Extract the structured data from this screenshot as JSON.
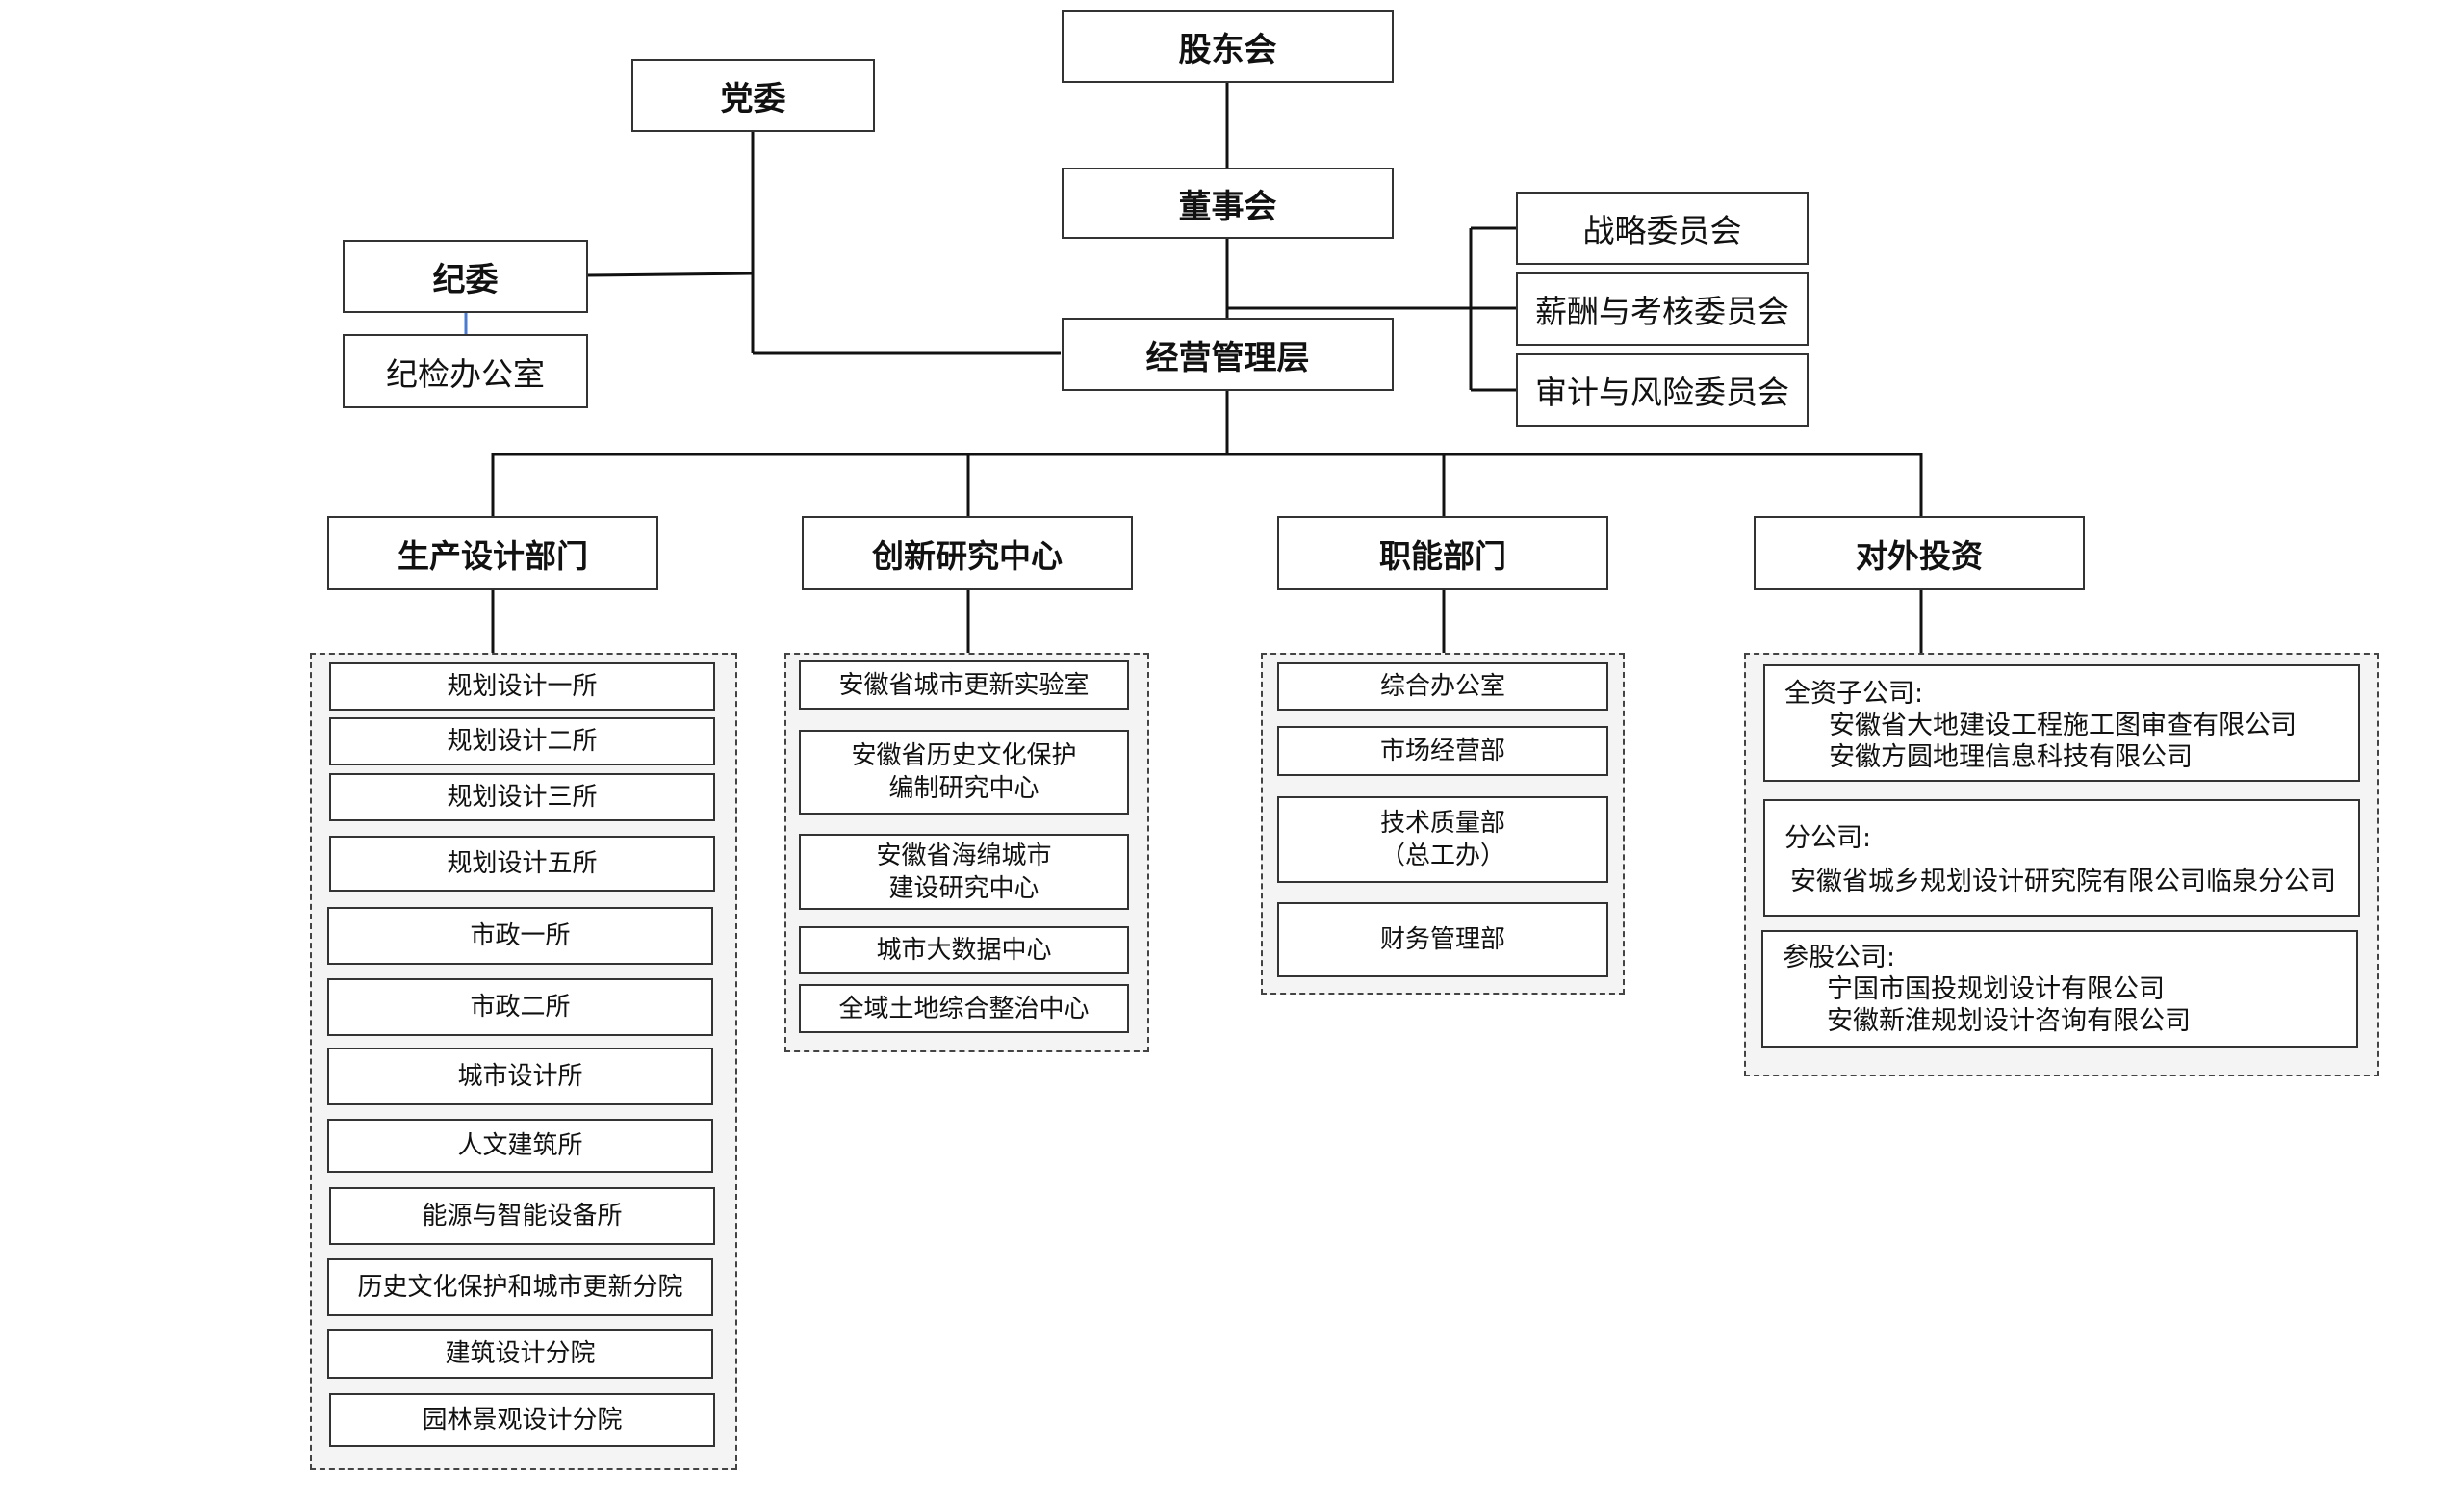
{
  "top": {
    "shareholders": "股东会",
    "party": "党委",
    "board": "董事会",
    "discipline": "纪委",
    "discipline_office": "纪检办公室",
    "management": "经营管理层"
  },
  "committees": [
    "战略委员会",
    "薪酬与考核委员会",
    "审计与风险委员会"
  ],
  "departments": [
    "生产设计部门",
    "创新研究中心",
    "职能部门",
    "对外投资"
  ],
  "production": [
    "规划设计一所",
    "规划设计二所",
    "规划设计三所",
    "规划设计五所",
    "市政一所",
    "市政二所",
    "城市设计所",
    "人文建筑所",
    "能源与智能设备所",
    "历史文化保护和城市更新分院",
    "建筑设计分院",
    "园林景观设计分院"
  ],
  "innovation": [
    {
      "line1": "安徽省城市更新实验室",
      "line2": ""
    },
    {
      "line1": "安徽省历史文化保护",
      "line2": "编制研究中心"
    },
    {
      "line1": "安徽省海绵城市",
      "line2": "建设研究中心"
    },
    {
      "line1": "城市大数据中心",
      "line2": ""
    },
    {
      "line1": "全域土地综合整治中心",
      "line2": ""
    }
  ],
  "functional": [
    {
      "line1": "综合办公室",
      "line2": ""
    },
    {
      "line1": "市场经营部",
      "line2": ""
    },
    {
      "line1": "技术质量部",
      "line2": "（总工办）"
    },
    {
      "line1": "财务管理部",
      "line2": ""
    }
  ],
  "investment": {
    "wholly_owned": {
      "label": "全资子公司:",
      "companies": [
        "安徽省大地建设工程施工图审查有限公司",
        "安徽方圆地理信息科技有限公司"
      ]
    },
    "branch": {
      "label": "分公司:",
      "companies": [
        "安徽省城乡规划设计研究院有限公司临泉分公司"
      ]
    },
    "equity": {
      "label": "参股公司:",
      "companies": [
        "宁国市国投规划设计有限公司",
        "安徽新淮规划设计咨询有限公司"
      ]
    }
  },
  "colors": {
    "line": "#111111",
    "box_border": "#333333",
    "group_fill": "#f4f4f4",
    "discipline_link": "#4a7bd0"
  }
}
